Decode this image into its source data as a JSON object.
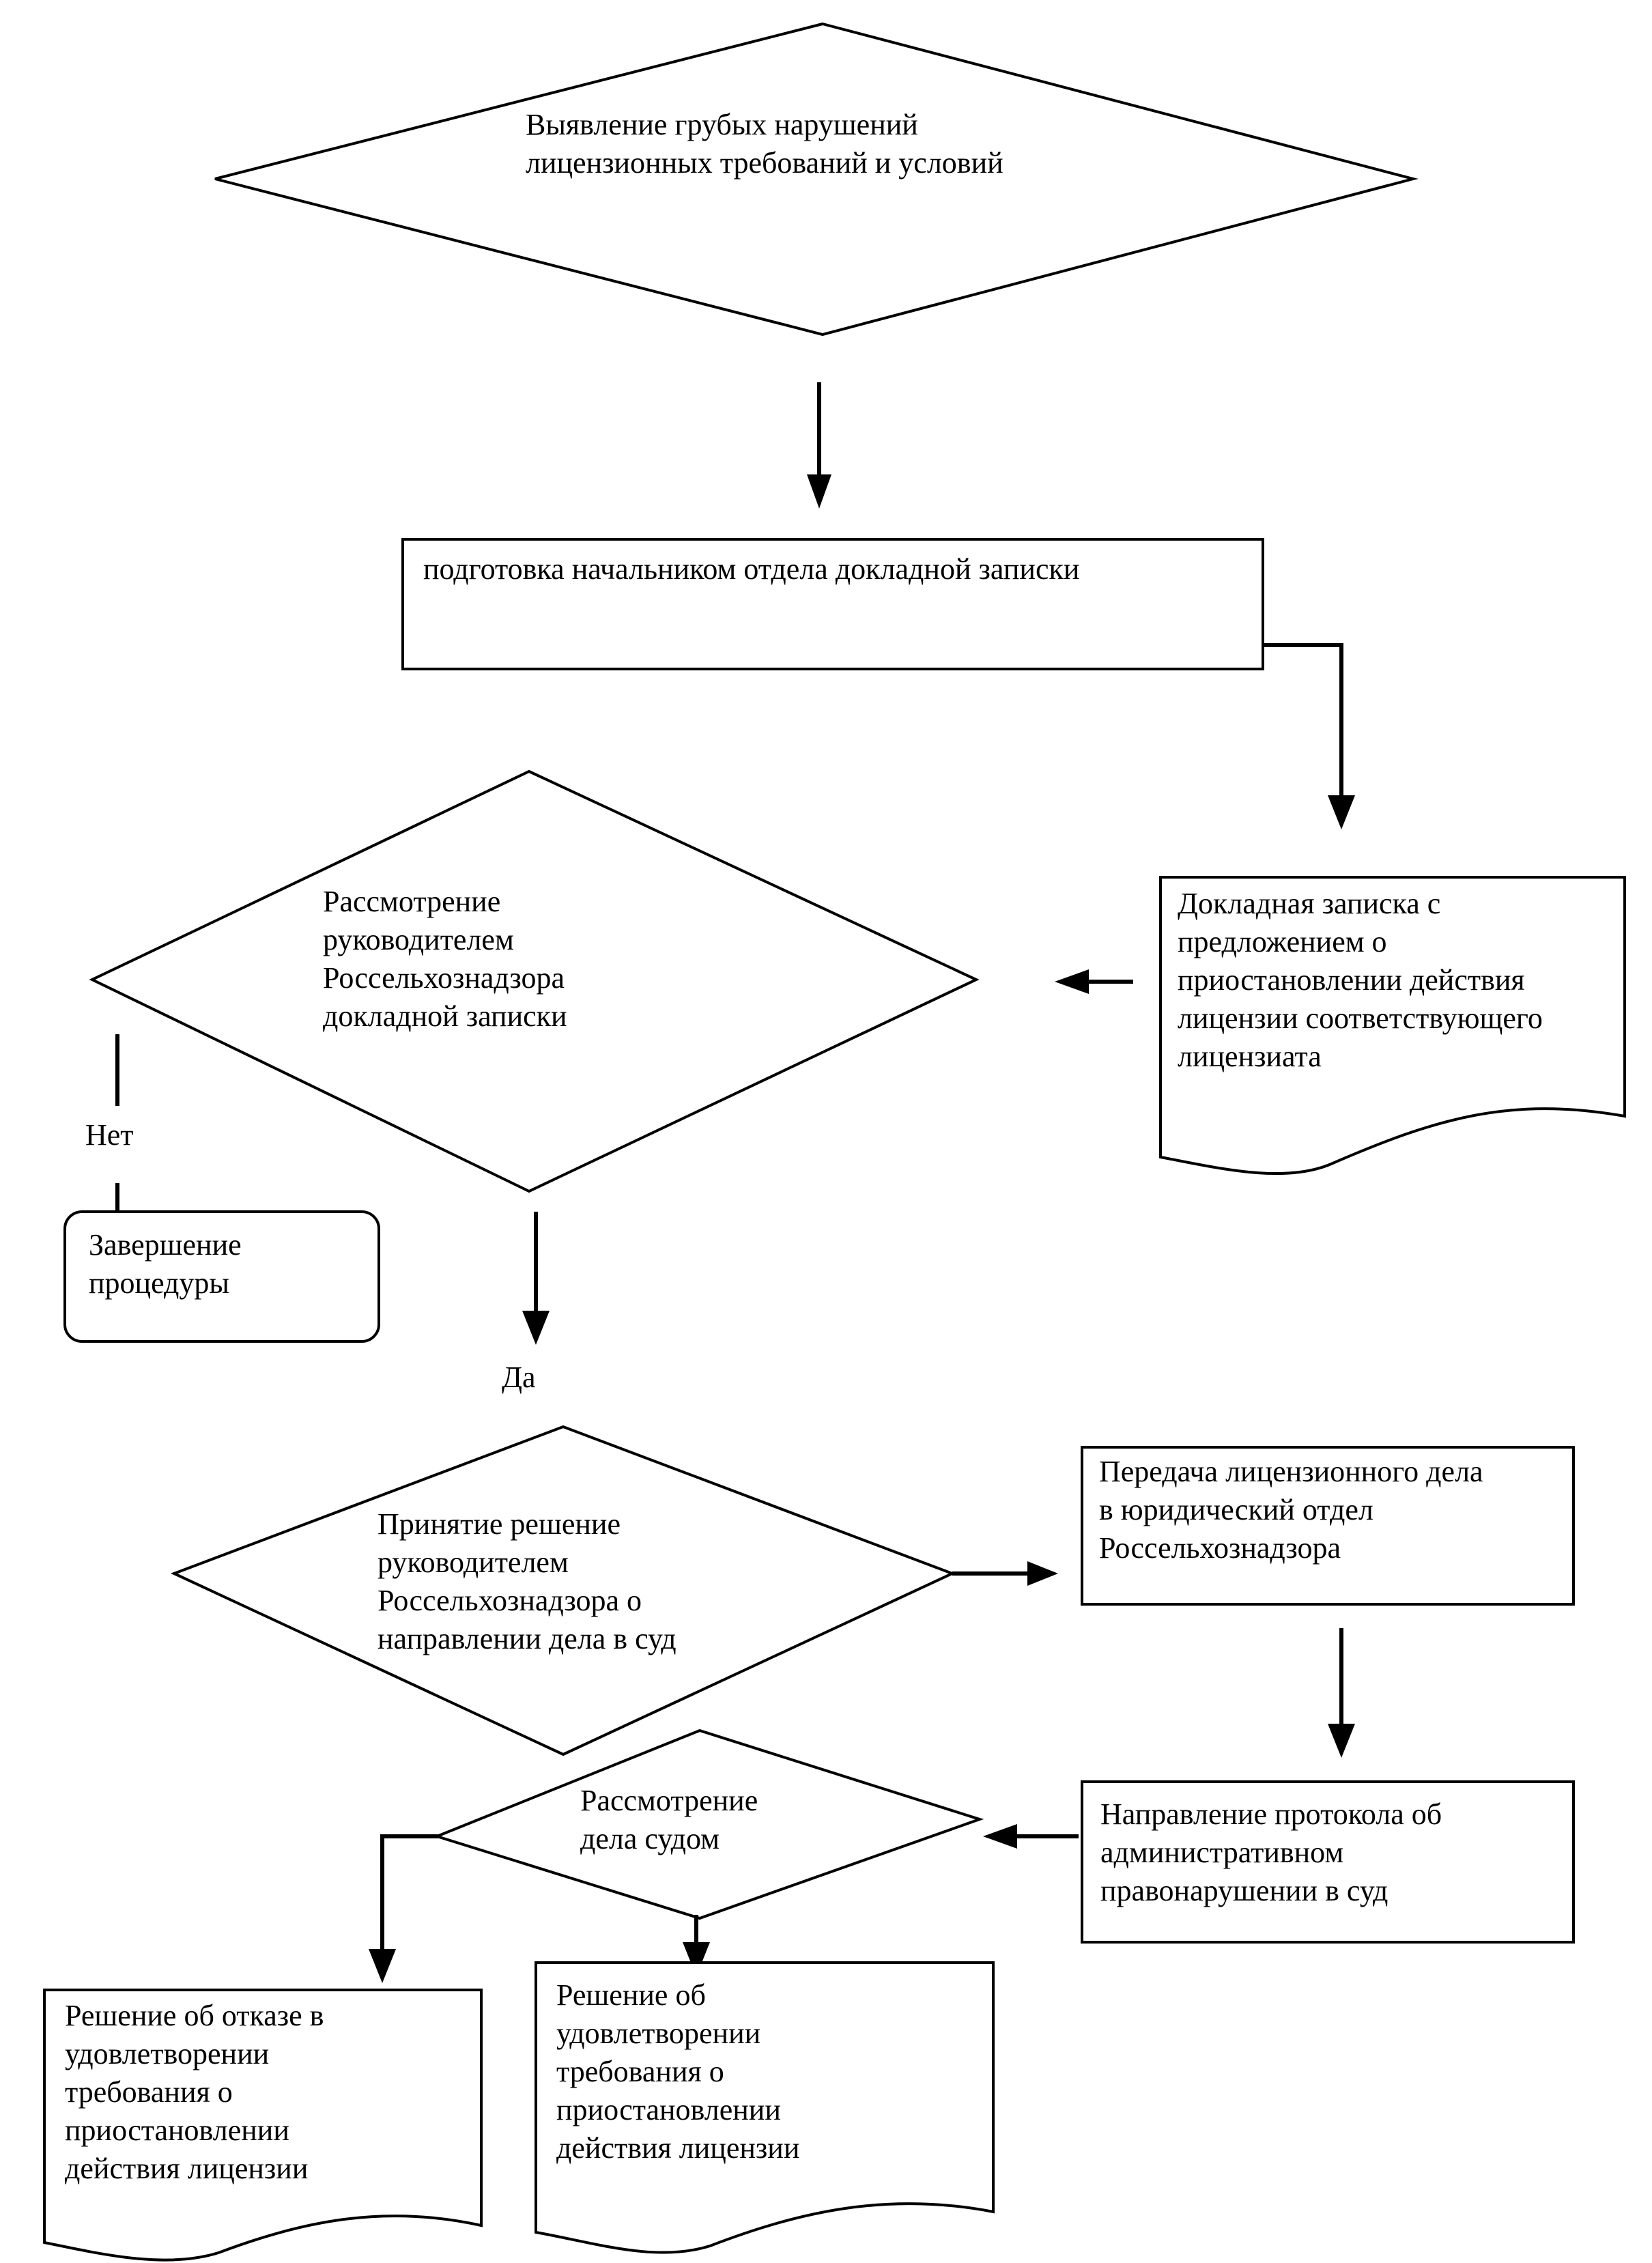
{
  "flowchart": {
    "start_decision": "Выявление грубых нарушений\nлицензионных требований и условий",
    "prepare_memo": "подготовка начальником отдела докладной записки",
    "memo_document": "Докладная записка с\nпредложением о\nприостановлении действия\nлицензии соответствующего\nлицензиата",
    "review_decision": "Рассмотрение\nруководителем\nРоссельхознадзора\nдокладной записки",
    "no_label": "Нет",
    "end_procedure": "Завершение\nпроцедуры",
    "yes_label": "Да",
    "court_decision": "Принятие решение\nруководителем\nРоссельхознадзора о\nнаправлении дела в суд",
    "transfer_case": "Передача лицензионного дела\nв юридический отдел\nРоссельхознадзора",
    "protocol_to_court": "Направление протокола об\nадминистративном\nправонарушении в суд",
    "court_review": "Рассмотрение\nдела судом",
    "refusal_document": "Решение об отказе в\nудовлетворении\nтребования о\nприостановлении\nдействия лицензии",
    "approval_document": "Решение об\nудовлетворении\nтребования о\nприостановлении\nдействия лицензии"
  }
}
